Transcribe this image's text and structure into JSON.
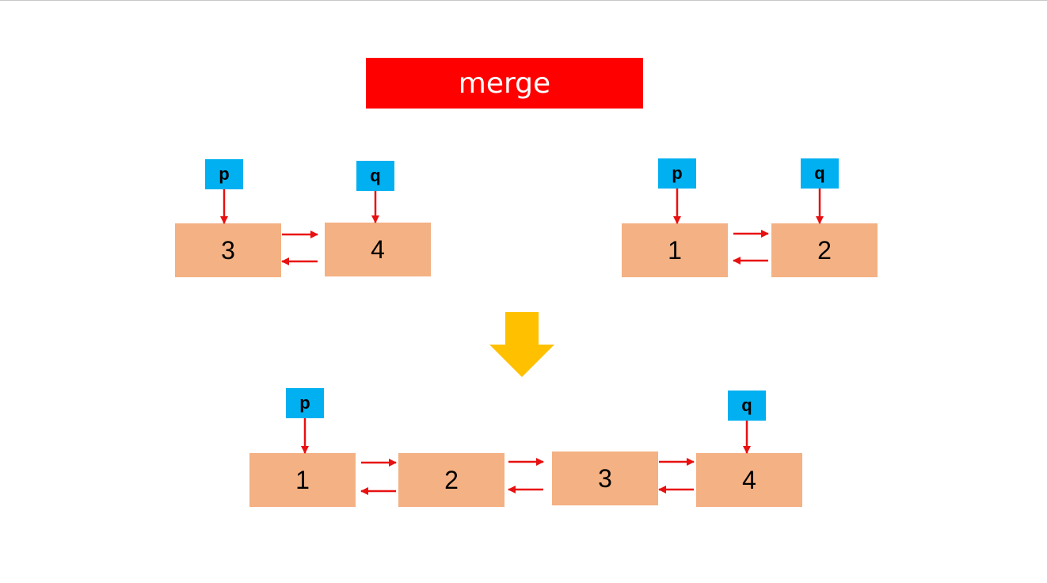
{
  "title": "merge",
  "colors": {
    "title_bg": "#ff0000",
    "node_fill": "#f4b183",
    "pointer_fill": "#00b0f0",
    "link_arrow": "#e81010",
    "transition_arrow": "#ffc000"
  },
  "before_left": {
    "nodes": [
      "3",
      "4"
    ],
    "pointers": [
      "p",
      "q"
    ]
  },
  "before_right": {
    "nodes": [
      "1",
      "2"
    ],
    "pointers": [
      "p",
      "q"
    ]
  },
  "after": {
    "nodes": [
      "1",
      "2",
      "3",
      "4"
    ],
    "pointers": [
      "p",
      "q"
    ]
  }
}
